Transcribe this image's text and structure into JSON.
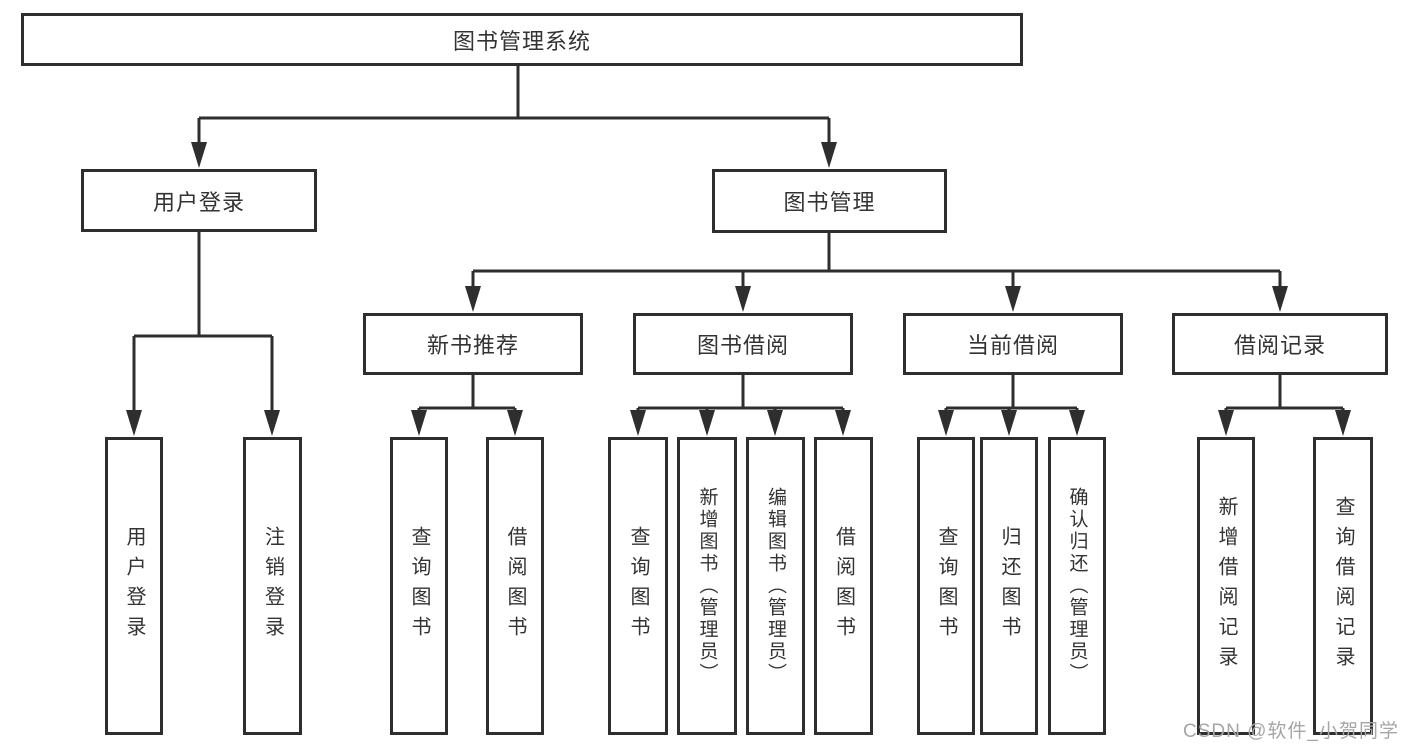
{
  "root": {
    "label": "图书管理系统"
  },
  "level2": [
    {
      "id": "user-login",
      "label": "用户登录"
    },
    {
      "id": "book-management",
      "label": "图书管理"
    }
  ],
  "level3": [
    {
      "id": "new-book-recommendation",
      "label": "新书推荐"
    },
    {
      "id": "book-borrowing",
      "label": "图书借阅"
    },
    {
      "id": "current-borrowing",
      "label": "当前借阅"
    },
    {
      "id": "borrowing-records",
      "label": "借阅记录"
    }
  ],
  "leaves": [
    {
      "parent": "用户登录",
      "label": "用户登录"
    },
    {
      "parent": "用户登录",
      "label": "注销登录"
    },
    {
      "parent": "新书推荐",
      "label": "查询图书"
    },
    {
      "parent": "新书推荐",
      "label": "借阅图书"
    },
    {
      "parent": "图书借阅",
      "label": "查询图书"
    },
    {
      "parent": "图书借阅",
      "label": "新增图书（管理员）"
    },
    {
      "parent": "图书借阅",
      "label": "编辑图书（管理员）"
    },
    {
      "parent": "图书借阅",
      "label": "借阅图书"
    },
    {
      "parent": "当前借阅",
      "label": "查询图书"
    },
    {
      "parent": "当前借阅",
      "label": "归还图书"
    },
    {
      "parent": "当前借阅",
      "label": "确认归还（管理员）"
    },
    {
      "parent": "借阅记录",
      "label": "新增借阅记录"
    },
    {
      "parent": "借阅记录",
      "label": "查询借阅记录"
    }
  ],
  "watermark": {
    "text": "CSDN @软件_小贺同学"
  },
  "colors": {
    "line": "#2e2e2e",
    "text": "#333333",
    "watermark": "#a6a6a6",
    "background": "#ffffff"
  }
}
